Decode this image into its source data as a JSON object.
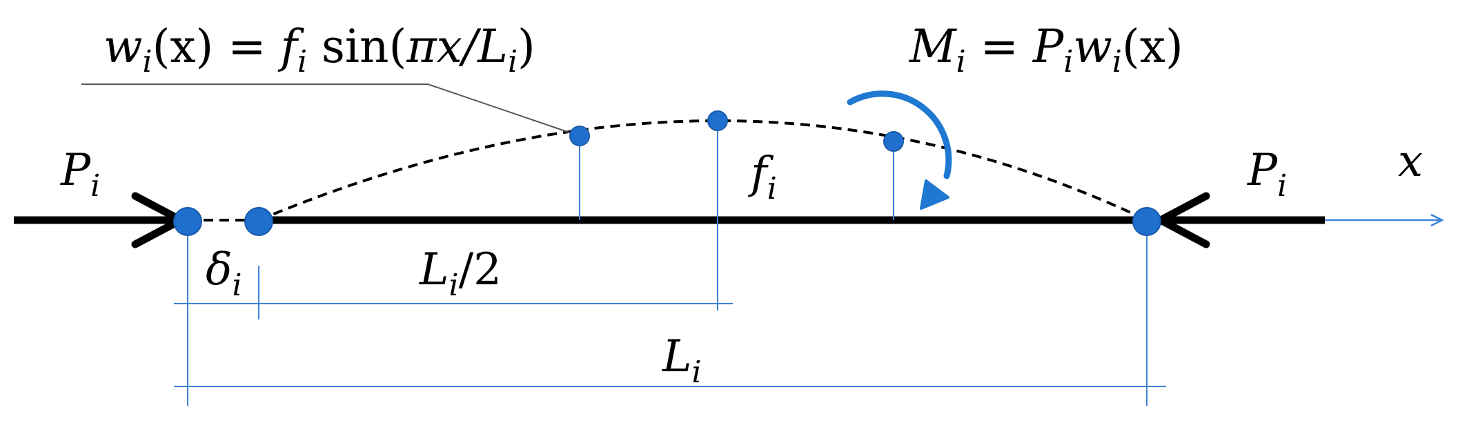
{
  "labels": {
    "deflection_lhs": "w",
    "deflection_sub": "i",
    "deflection_arg": "(x) = ",
    "deflection_f": "f",
    "deflection_f_sub": "i",
    "deflection_sin": " sin(",
    "deflection_pi": "πx/L",
    "deflection_pi_sub": "i",
    "deflection_close": ")",
    "moment_M": "M",
    "moment_M_sub": "i",
    "moment_eq": " = P",
    "moment_P_sub": "i",
    "moment_w": "w",
    "moment_w_sub": "i",
    "moment_arg": "(x)",
    "load_left": "P",
    "load_left_sub": "i",
    "load_right": "P",
    "load_right_sub": "i",
    "axis_x": "x",
    "amplitude": "f",
    "amplitude_sub": "i",
    "shortening": "δ",
    "shortening_sub": "i",
    "half_length": "L",
    "half_length_sub": "i",
    "half_length_rest": "/2",
    "length": "L",
    "length_sub": "i"
  },
  "colors": {
    "member": "#000000",
    "node": "#1f6fcf",
    "node_stroke": "#1a5aa8",
    "dimension": "#3b82d6",
    "moment_arrow": "#1f78d1"
  }
}
